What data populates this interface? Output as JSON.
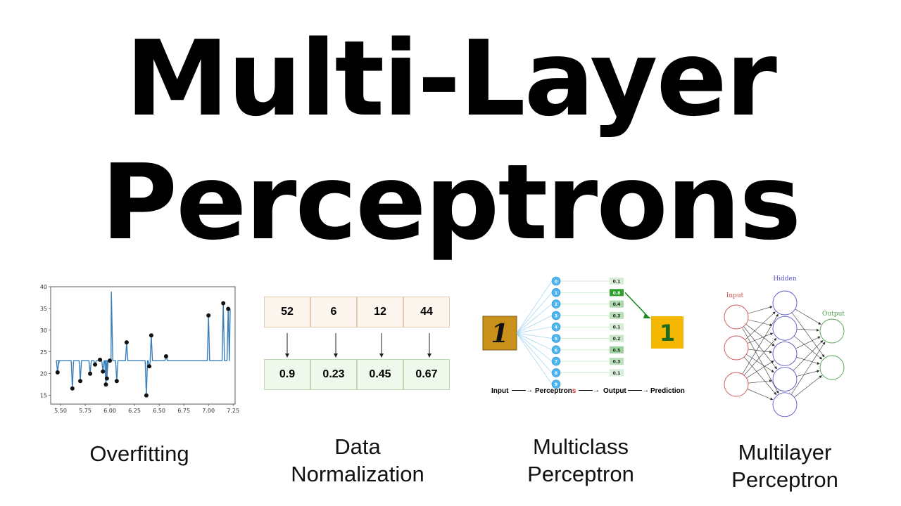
{
  "title": {
    "line1": "Multi-Layer",
    "line2": "Perceptrons"
  },
  "panels": {
    "overfitting": {
      "caption": "Overfitting",
      "chart_data": {
        "type": "line",
        "x_ticks": [
          "5.50",
          "5.75",
          "6.00",
          "6.25",
          "6.50",
          "6.75",
          "7.00",
          "7.25"
        ],
        "y_ticks": [
          "15",
          "20",
          "25",
          "30",
          "35",
          "40"
        ],
        "xlim": [
          5.4,
          7.27
        ],
        "ylim": [
          13,
          40
        ],
        "points": [
          [
            5.47,
            20.3
          ],
          [
            5.62,
            16.6
          ],
          [
            5.7,
            18.3
          ],
          [
            5.8,
            20.0
          ],
          [
            5.85,
            22.1
          ],
          [
            5.9,
            23.2
          ],
          [
            5.93,
            20.5
          ],
          [
            5.96,
            17.5
          ],
          [
            5.97,
            18.9
          ],
          [
            6.0,
            23.0
          ],
          [
            6.07,
            18.3
          ],
          [
            6.17,
            27.2
          ],
          [
            6.37,
            15.0
          ],
          [
            6.4,
            21.7
          ],
          [
            6.42,
            28.8
          ],
          [
            6.57,
            24.0
          ],
          [
            7.0,
            33.4
          ],
          [
            7.15,
            36.2
          ],
          [
            7.2,
            34.9
          ]
        ],
        "baseline": 23,
        "line_color": "#3a7fb8",
        "point_color": "#111111"
      }
    },
    "normalization": {
      "caption_line1": "Data",
      "caption_line2": "Normalization",
      "raw": [
        "52",
        "6",
        "12",
        "44"
      ],
      "normalized": [
        "0.9",
        "0.23",
        "0.45",
        "0.67"
      ]
    },
    "multiclass": {
      "caption_line1": "Multiclass",
      "caption_line2": "Perceptron",
      "input_digit": "1",
      "prediction": "1",
      "nodes": [
        "0",
        "1",
        "2",
        "3",
        "4",
        "5",
        "6",
        "7",
        "8",
        "9"
      ],
      "outputs": [
        "0.1",
        "0.8",
        "0.4",
        "0.3",
        "0.1",
        "0.2",
        "0.5",
        "0.3",
        "0.1"
      ],
      "output_levels": [
        0.1,
        0.8,
        0.4,
        0.3,
        0.1,
        0.2,
        0.5,
        0.3,
        0.1
      ],
      "selected_index": 1,
      "flow": {
        "input": "Input",
        "perceptrons_prefix": "Perceptron",
        "perceptrons_suffix": "s",
        "output": "Output",
        "prediction": "Prediction"
      },
      "colors": {
        "node": "#4db6f0",
        "selected_output": "#2ea02e",
        "prediction_box": "#f5b800",
        "prediction_text": "#1e6a1e",
        "input_box": "#c9901a",
        "suffix": "#e03030"
      }
    },
    "multilayer": {
      "caption_line1": "Multilayer",
      "caption_line2": "Perceptron",
      "labels": {
        "input": "Input",
        "hidden": "Hidden",
        "output": "Output"
      },
      "layer_sizes": [
        3,
        5,
        2
      ],
      "colors": {
        "input": "#d05050",
        "hidden": "#5555c8",
        "output": "#50a050"
      }
    }
  }
}
